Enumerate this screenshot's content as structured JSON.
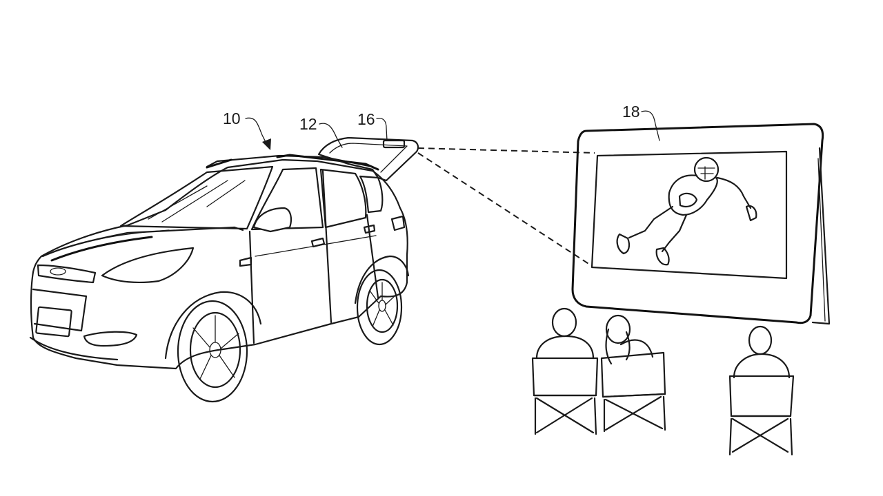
{
  "figure": {
    "refs": {
      "vehicle": "10",
      "liftgate": "12",
      "projector": "16",
      "screen": "18"
    }
  }
}
